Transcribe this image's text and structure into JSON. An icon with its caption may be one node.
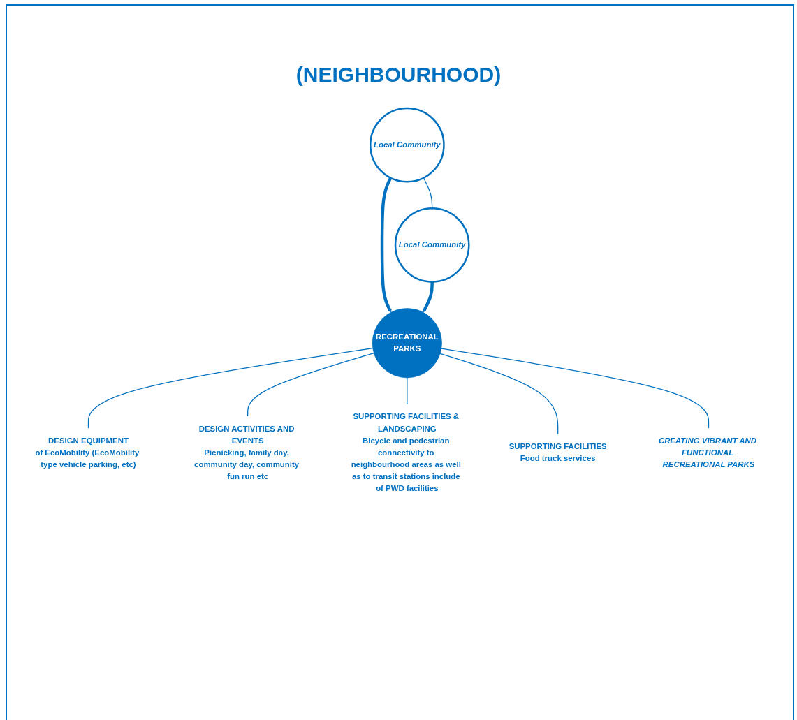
{
  "diagram": {
    "title": "(NEIGHBOURHOOD)",
    "nodes": [
      {
        "text": [
          "Local Community"
        ]
      },
      {
        "text": [
          "Local Community"
        ]
      },
      {
        "text": [
          "RECREATIONAL",
          "PARKS"
        ]
      },
      {
        "text": [
          "DESIGN EQUIPMENT",
          "of EcoMobility (EcoMobility type vehicle parking, etc)"
        ]
      },
      {
        "text": [
          "DESIGN ACTIVITIES AND EVENTS",
          "Picnicking, family day, community day, community fun run etc"
        ]
      },
      {
        "text": [
          "SUPPORTING FACILITIES & LANDSCAPING",
          "Bicycle and pedestrian connectivity to neighbourhood areas as well as to transit stations include of PWD facilities"
        ]
      },
      {
        "text": [
          "SUPPORTING FACILITIES",
          "Food truck services"
        ]
      },
      {
        "text": [
          "CREATING VIBRANT AND FUNCTIONAL RECREATIONAL PARKS"
        ]
      }
    ],
    "edges": [
      {
        "from": 0,
        "to": 1,
        "arrow": "none"
      },
      {
        "from": 0,
        "to": 2,
        "arrow": "to",
        "style": "thick"
      },
      {
        "from": 1,
        "to": 2,
        "arrow": "to",
        "style": "thick"
      },
      {
        "from": 2,
        "to": 3,
        "arrow": "none"
      },
      {
        "from": 2,
        "to": 4,
        "arrow": "none"
      },
      {
        "from": 2,
        "to": 5,
        "arrow": "none"
      },
      {
        "from": 2,
        "to": 6,
        "arrow": "none"
      },
      {
        "from": 2,
        "to": 7,
        "arrow": "none"
      }
    ]
  }
}
